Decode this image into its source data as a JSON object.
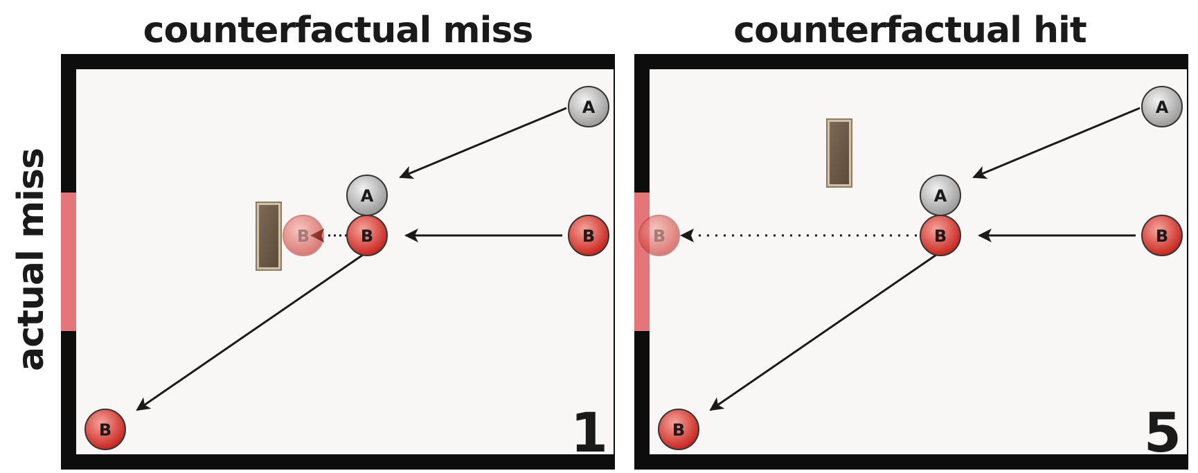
{
  "columns": [
    {
      "title": "counterfactual miss",
      "score": "1"
    },
    {
      "title": "counterfactual hit",
      "score": "5"
    }
  ],
  "row_label": "actual miss",
  "ball_labels": {
    "a": "A",
    "b": "B"
  },
  "colors": {
    "wall": "#0d0d0d",
    "field": "#f8f7f6",
    "goal": "#e4767a",
    "ball_a": "#c8c8c8",
    "ball_b": "#dc3a32",
    "ghost_b": "#f2b4b0",
    "obstacle": "#6b5a48",
    "arrow": "#1a1a1a"
  }
}
